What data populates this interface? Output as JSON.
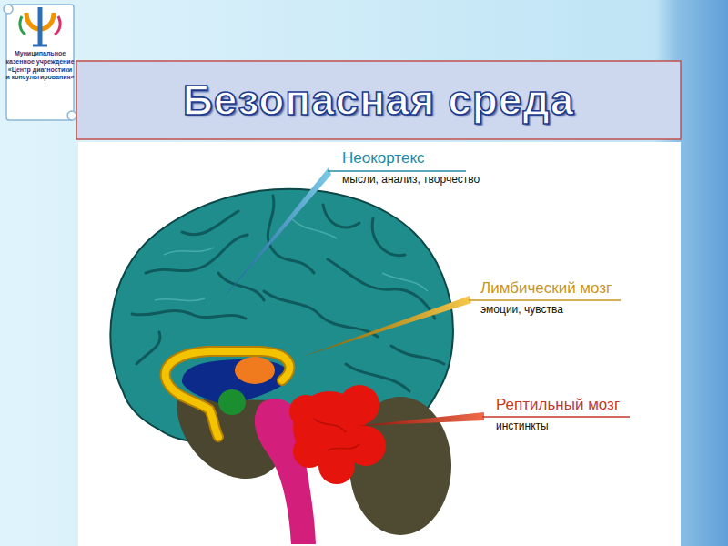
{
  "diagram": {
    "title": "Безопасная среда",
    "labels": [
      "Муниципальное казенное учреждение «Центр диагностики и консультирования»",
      "Неокортекс",
      "мысли, анализ, творчество",
      "Лимбический мозг",
      "эмоции, чувства",
      "Рептильный мозг",
      "инстинкты"
    ]
  }
}
